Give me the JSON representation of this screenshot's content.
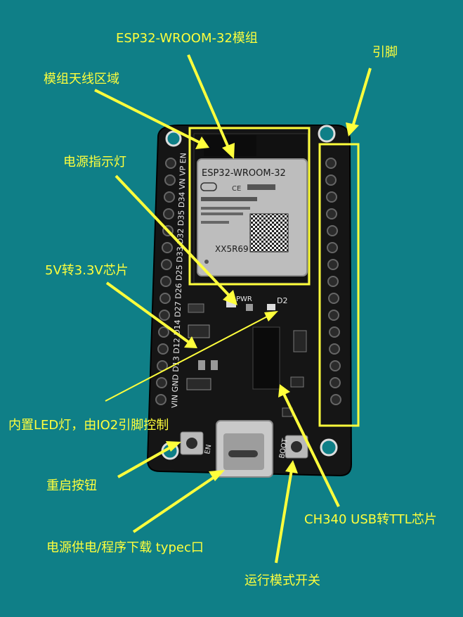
{
  "annotations": {
    "module": "ESP32-WROOM-32模组",
    "pins": "引脚",
    "antenna": "模组天线区域",
    "power_led": "电源指示灯",
    "regulator": "5V转3.3V芯片",
    "builtin_led": "内置LED灯，由IO2引脚控制",
    "reset_button": "重启按钮",
    "ch340": "CH340 USB转TTL芯片",
    "typec": "电源供电/程序下载 typec口",
    "mode_switch": "运行模式开关"
  },
  "board": {
    "module_title": "ESP32-WROOM-32",
    "module_code": "XX5R69",
    "pwr_label": "PWR",
    "d2_label": "D2",
    "left_pins": "VIN GND D13 D12 D14 D27 D26 D25 D33 D32 D35 D34 VN VP EN",
    "en_label": "EN",
    "boot_label": "BOOT"
  },
  "colors": {
    "background": "#0f7f87",
    "annotation": "#ffff3c",
    "board": "#151515"
  }
}
